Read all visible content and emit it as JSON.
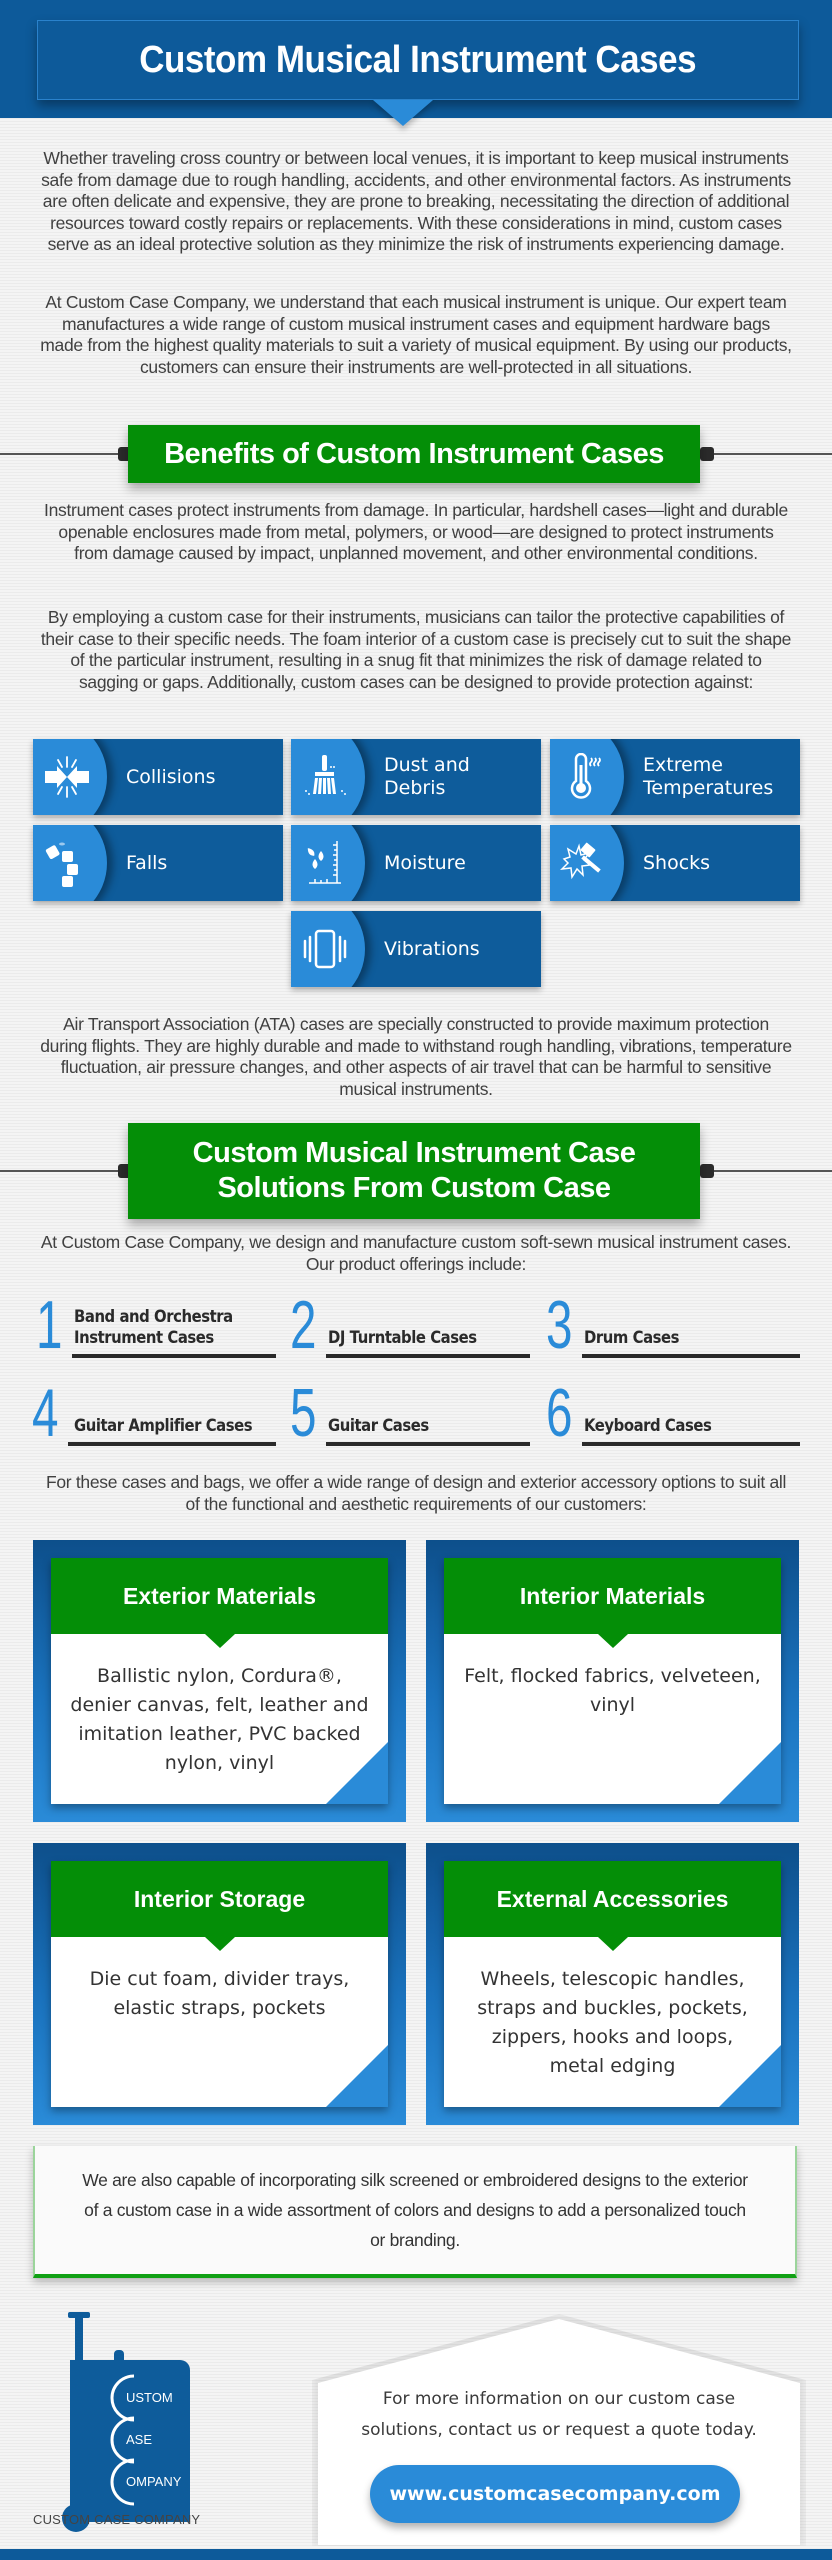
{
  "header": {
    "title": "Custom Musical Instrument Cases"
  },
  "intro": {
    "paragraph_1": "Whether traveling cross country or between local venues, it is important to keep musical instruments safe from damage due to rough handling, accidents, and other environmental factors. As instruments are often delicate and expensive, they are prone to breaking, necessitating the direction of additional resources toward costly repairs or replacements. With these considerations in mind, custom cases serve as an ideal protective solution as they minimize the risk of instruments experiencing damage.",
    "paragraph_2": "At Custom Case Company, we understand that each musical instrument is unique. Our expert team manufactures a wide range of custom musical instrument cases and equipment hardware bags made from the highest quality materials to suit a variety of musical equipment. By using our products, customers can ensure their instruments are well-protected in all situations."
  },
  "benefits": {
    "title": "Benefits of Custom Instrument Cases",
    "paragraph_1": "Instrument cases protect instruments from damage. In particular, hardshell cases—light and durable openable enclosures made from metal, polymers, or wood—are designed to protect instruments from damage caused by impact, unplanned movement, and other environmental conditions.",
    "paragraph_2": "By employing a custom case for their instruments, musicians can tailor the protective capabilities of their case to their specific needs. The foam interior of a custom case is precisely cut to suit the shape of the particular instrument, resulting in a snug fit that minimizes the risk of damage related to sagging or gaps. Additionally, custom cases can be designed to provide protection against:",
    "protections": [
      {
        "label": "Collisions",
        "icon": "collision-arrows-icon"
      },
      {
        "label": "Dust and Debris",
        "icon": "brush-icon"
      },
      {
        "label": "Extreme Temperatures",
        "icon": "thermometer-icon"
      },
      {
        "label": "Falls",
        "icon": "falling-blocks-icon"
      },
      {
        "label": "Moisture",
        "icon": "water-drops-icon"
      },
      {
        "label": "Shocks",
        "icon": "hammer-impact-icon"
      },
      {
        "label": "Vibrations",
        "icon": "vibration-icon"
      }
    ],
    "paragraph_3": "Air Transport Association (ATA) cases are specially constructed to provide maximum protection during flights. They are highly durable and made to withstand rough handling, vibrations, temperature fluctuation, air pressure changes, and other aspects of air travel that can be harmful to sensitive musical instruments."
  },
  "solutions": {
    "title_line_1": "Custom Musical Instrument Case",
    "title_line_2": "Solutions From Custom Case",
    "paragraph_1": "At Custom Case Company, we design and manufacture custom soft-sewn musical instrument cases. Our product offerings include:",
    "products": [
      {
        "number": "1",
        "label": "Band and Orchestra Instrument Cases"
      },
      {
        "number": "2",
        "label": "DJ Turntable Cases"
      },
      {
        "number": "3",
        "label": "Drum Cases"
      },
      {
        "number": "4",
        "label": "Guitar Amplifier Cases"
      },
      {
        "number": "5",
        "label": "Guitar Cases"
      },
      {
        "number": "6",
        "label": "Keyboard Cases"
      }
    ],
    "paragraph_2": "For these cases and bags, we offer a wide range of design and exterior accessory options to suit all of the functional and aesthetic requirements of our customers:",
    "options": [
      {
        "title": "Exterior Materials",
        "body": "Ballistic nylon, Cordura®, denier canvas, felt, leather and imitation leather, PVC backed nylon, vinyl"
      },
      {
        "title": "Interior Materials",
        "body": "Felt, flocked fabrics, velveteen, vinyl"
      },
      {
        "title": "Interior Storage",
        "body": "Die cut foam, divider trays, elastic straps, pockets"
      },
      {
        "title": "External Accessories",
        "body": "Wheels, telescopic handles, straps and buckles, pockets, zippers, hooks and loops, metal edging"
      }
    ],
    "note": "We are also capable of incorporating silk screened or embroidered designs to the exterior of a custom case in a wide assortment of colors and designs to add a personalized touch or branding."
  },
  "footer": {
    "logo_letters": {
      "line_1": "USTOM",
      "line_2": "ASE",
      "line_3": "OMPANY"
    },
    "logo_caption": "CUSTOM CASE COMPANY",
    "cta_text": "For more information on our custom case solutions, contact us or request a quote today.",
    "cta_button": "www.customcasecompany.com"
  },
  "colors": {
    "primary_blue": "#0d5a9a",
    "accent_blue": "#2a8bd8",
    "green": "#048e07",
    "text": "#3a3a3a"
  }
}
